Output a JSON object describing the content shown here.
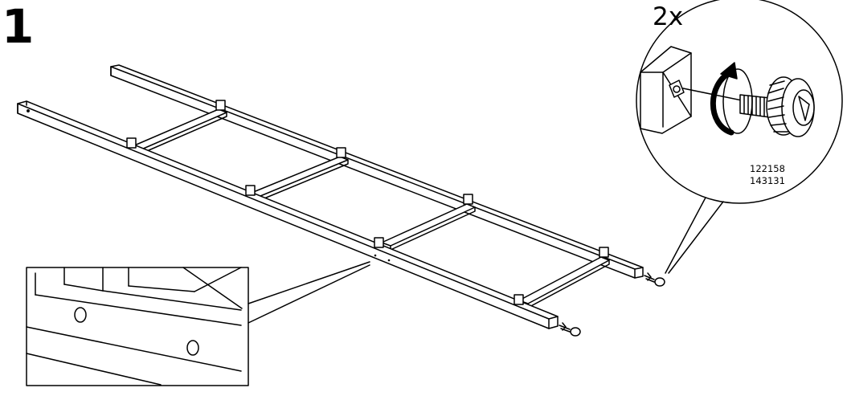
{
  "step": {
    "number": "1"
  },
  "detail": {
    "quantity": "2x",
    "part_numbers": [
      "122158",
      "143131"
    ],
    "icons": [
      "leveling-foot-icon",
      "rotation-arrow-icon",
      "threaded-insert-icon"
    ]
  },
  "colors": {
    "line": "#000000",
    "background": "#ffffff"
  }
}
